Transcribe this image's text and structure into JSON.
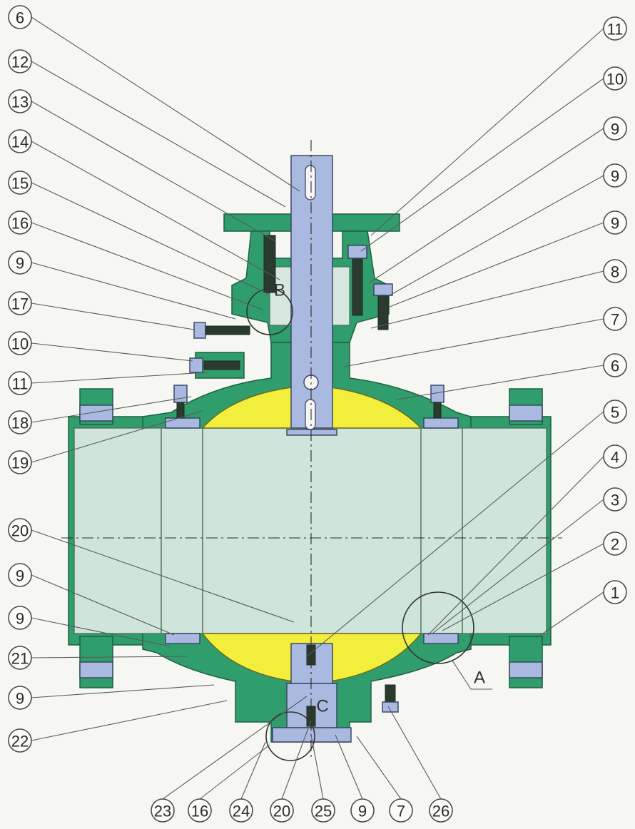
{
  "diagram": {
    "left_callouts": [
      "6",
      "12",
      "13",
      "14",
      "15",
      "16",
      "9",
      "17",
      "10",
      "11",
      "18",
      "19",
      "20",
      "9",
      "9",
      "21",
      "9",
      "22"
    ],
    "right_callouts": [
      "11",
      "10",
      "9",
      "9",
      "9",
      "8",
      "7",
      "6",
      "5",
      "4",
      "3",
      "2",
      "1"
    ],
    "bottom_callouts": [
      "23",
      "16",
      "24",
      "20",
      "25",
      "9",
      "7",
      "26"
    ],
    "detail_labels": [
      "A",
      "B",
      "C"
    ]
  },
  "colors": {
    "body_green": "#2f9e6c",
    "ball_yellow": "#f1ee3c",
    "bore_light": "#cfe4da",
    "stem_steel": "#a9b9e0"
  }
}
